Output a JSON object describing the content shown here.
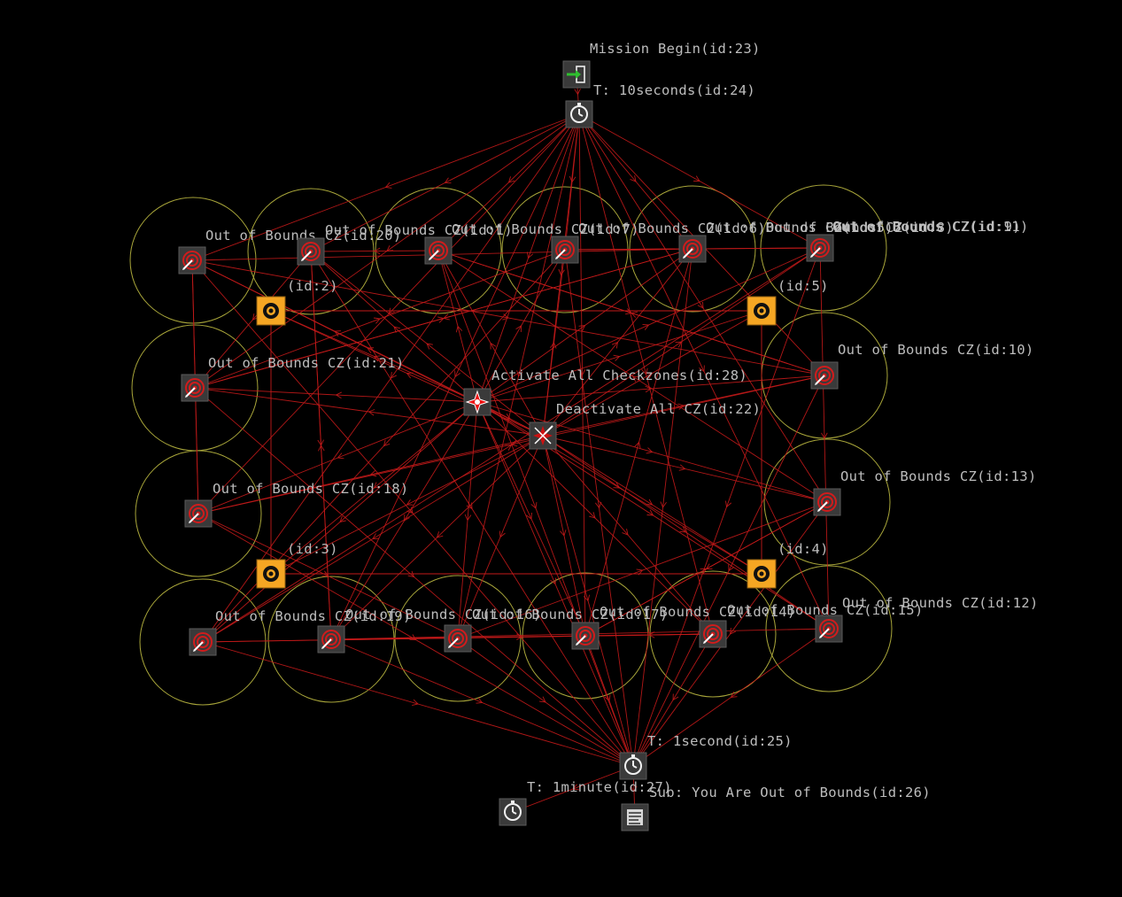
{
  "colors": {
    "background": "#000000",
    "edge": "#c41a1a",
    "zone_ring": "#a9a63a",
    "label": "#bdbdbd",
    "waypoint": "#f5a623",
    "node_bg": "#3a3a3a"
  },
  "nodes": [
    {
      "id": "n23",
      "type": "mission-begin",
      "icon": "door-enter-icon",
      "label": "Mission Begin(id:23)"
    },
    {
      "id": "n24",
      "type": "timer",
      "icon": "stopwatch-icon",
      "label": "T: 10seconds(id:24)"
    },
    {
      "id": "n20",
      "type": "checkzone",
      "icon": "target-icon",
      "label": "Out of Bounds CZ(id:20)"
    },
    {
      "id": "n21",
      "type": "checkzone",
      "icon": "target-icon",
      "label": "Out of Bounds CZ(id:21)"
    },
    {
      "id": "n18",
      "type": "checkzone",
      "icon": "target-icon",
      "label": "Out of Bounds CZ(id:18)"
    },
    {
      "id": "n30",
      "type": "checkzone",
      "icon": "target-icon",
      "label": "Out of Bounds CZ(id:10)"
    },
    {
      "id": "n33",
      "type": "checkzone",
      "icon": "target-icon",
      "label": "Out of Bounds CZ(id:13)"
    },
    {
      "id": "n32",
      "type": "checkzone",
      "icon": "target-icon",
      "label": "Out of Bounds CZ(id:12)"
    },
    {
      "id": "t1",
      "type": "checkzone",
      "icon": "target-icon",
      "label": "Out of Bounds CZ(id:1)"
    },
    {
      "id": "t2",
      "type": "checkzone",
      "icon": "target-icon",
      "label": "Out of Bounds CZ(id:7)"
    },
    {
      "id": "t3",
      "type": "checkzone",
      "icon": "target-icon",
      "label": "Out of Bounds CZ(id:6)"
    },
    {
      "id": "t4",
      "type": "checkzone",
      "icon": "target-icon",
      "label": "Out of Bounds CZ(id:5)"
    },
    {
      "id": "t5",
      "type": "checkzone",
      "icon": "target-icon",
      "label": "Out of Bounds CZ(id:9)"
    },
    {
      "id": "t6",
      "type": "checkzone",
      "icon": "target-icon",
      "label": "Out of Bounds CZ(id:8)"
    },
    {
      "id": "t7",
      "type": "checkzone",
      "icon": "target-icon",
      "label": "Out of Bounds CZ(id:11)"
    },
    {
      "id": "b1",
      "type": "checkzone",
      "icon": "target-icon",
      "label": "Out of Bounds CZ(id:19)"
    },
    {
      "id": "b2",
      "type": "checkzone",
      "icon": "target-icon",
      "label": "Out of Bounds CZ(id:16)"
    },
    {
      "id": "b3",
      "type": "checkzone",
      "icon": "target-icon",
      "label": "Out of Bounds CZ(id:17)"
    },
    {
      "id": "b4",
      "type": "checkzone",
      "icon": "target-icon",
      "label": "Out of Bounds CZ(id:14)"
    },
    {
      "id": "b5",
      "type": "checkzone",
      "icon": "target-icon",
      "label": "Out of Bounds CZ(id:15)"
    },
    {
      "id": "n28",
      "type": "activate",
      "icon": "compass-activate-icon",
      "label": "Activate All Checkzones(id:28)"
    },
    {
      "id": "n22",
      "type": "deactivate",
      "icon": "compass-deactivate-icon",
      "label": "Deactivate All CZ(id:22)"
    },
    {
      "id": "w2",
      "type": "waypoint",
      "icon": "waypoint-ring-icon",
      "label": "(id:2)"
    },
    {
      "id": "w5",
      "type": "waypoint",
      "icon": "waypoint-ring-icon",
      "label": "(id:5)"
    },
    {
      "id": "w3",
      "type": "waypoint",
      "icon": "waypoint-ring-icon",
      "label": "(id:3)"
    },
    {
      "id": "w4",
      "type": "waypoint",
      "icon": "waypoint-ring-icon",
      "label": "(id:4)"
    },
    {
      "id": "n25",
      "type": "timer",
      "icon": "stopwatch-icon",
      "label": "T: 1second(id:25)"
    },
    {
      "id": "n27",
      "type": "timer",
      "icon": "stopwatch-icon",
      "label": "T: 1minute(id:27)"
    },
    {
      "id": "n26",
      "type": "subtitle",
      "icon": "text-lines-icon",
      "label": "Sub: You Are Out of Bounds(id:26)"
    }
  ]
}
